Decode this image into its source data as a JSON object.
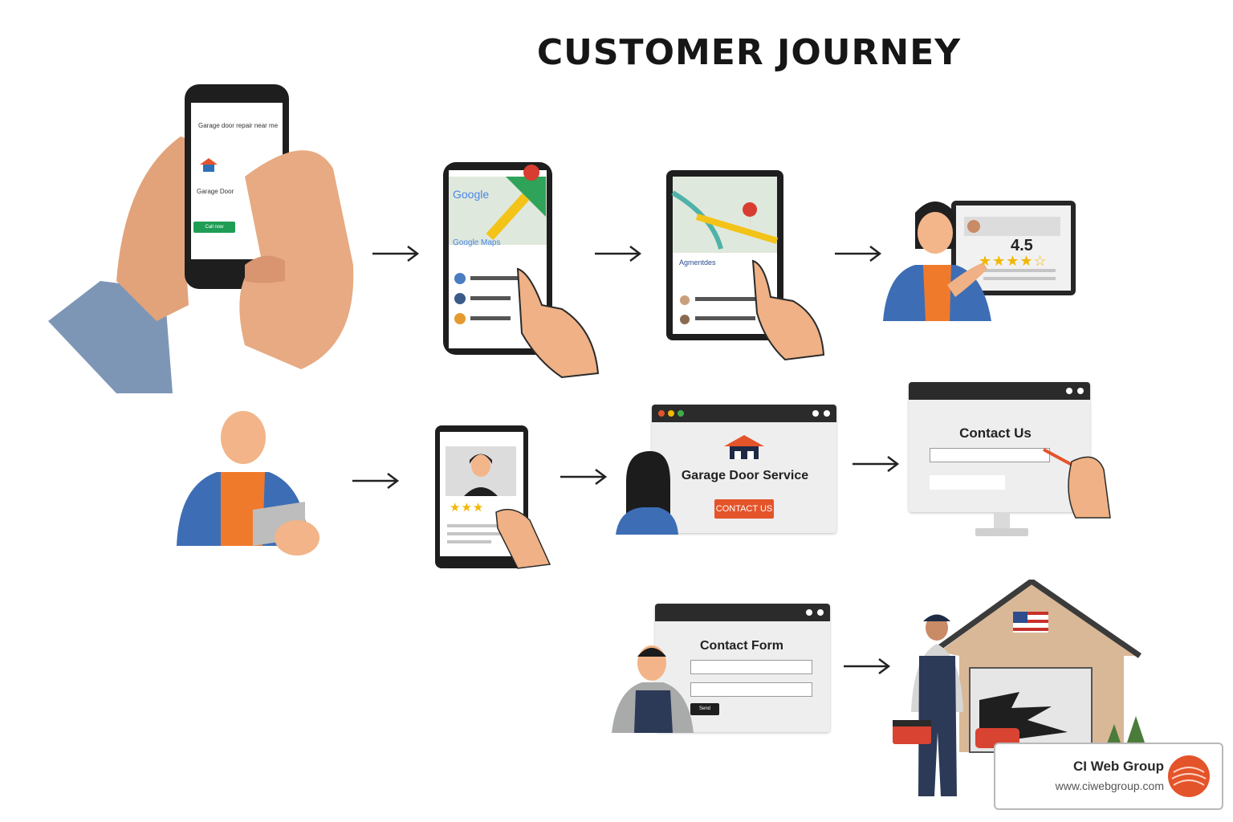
{
  "title": "CUSTOMER JOURNEY",
  "steps": {
    "search_phone": {
      "search_text": "Garage door repair near me",
      "result_text": "Garage Door",
      "button": "Call now"
    },
    "maps_phone": {
      "logo": "Google",
      "header": "Google Maps"
    },
    "maps_tablet": {
      "search_text": "Agmentdes"
    },
    "review_screen": {
      "rating": "4.5",
      "stars": "★★★★☆"
    },
    "review_tablet": {
      "stars": "★★★"
    },
    "service_site": {
      "heading": "Garage Door Service",
      "button": "CONTACT US"
    },
    "contact_us": {
      "heading": "Contact Us"
    },
    "contact_form": {
      "heading": "Contact Form",
      "button": "Send"
    }
  },
  "brand": {
    "name": "CI Web Group",
    "url": "www.ciwebgroup.com"
  },
  "colors": {
    "accent": "#e4542a",
    "orange": "#f07a2c",
    "blue": "#3d6eb5",
    "dark": "#2b2b2b"
  }
}
